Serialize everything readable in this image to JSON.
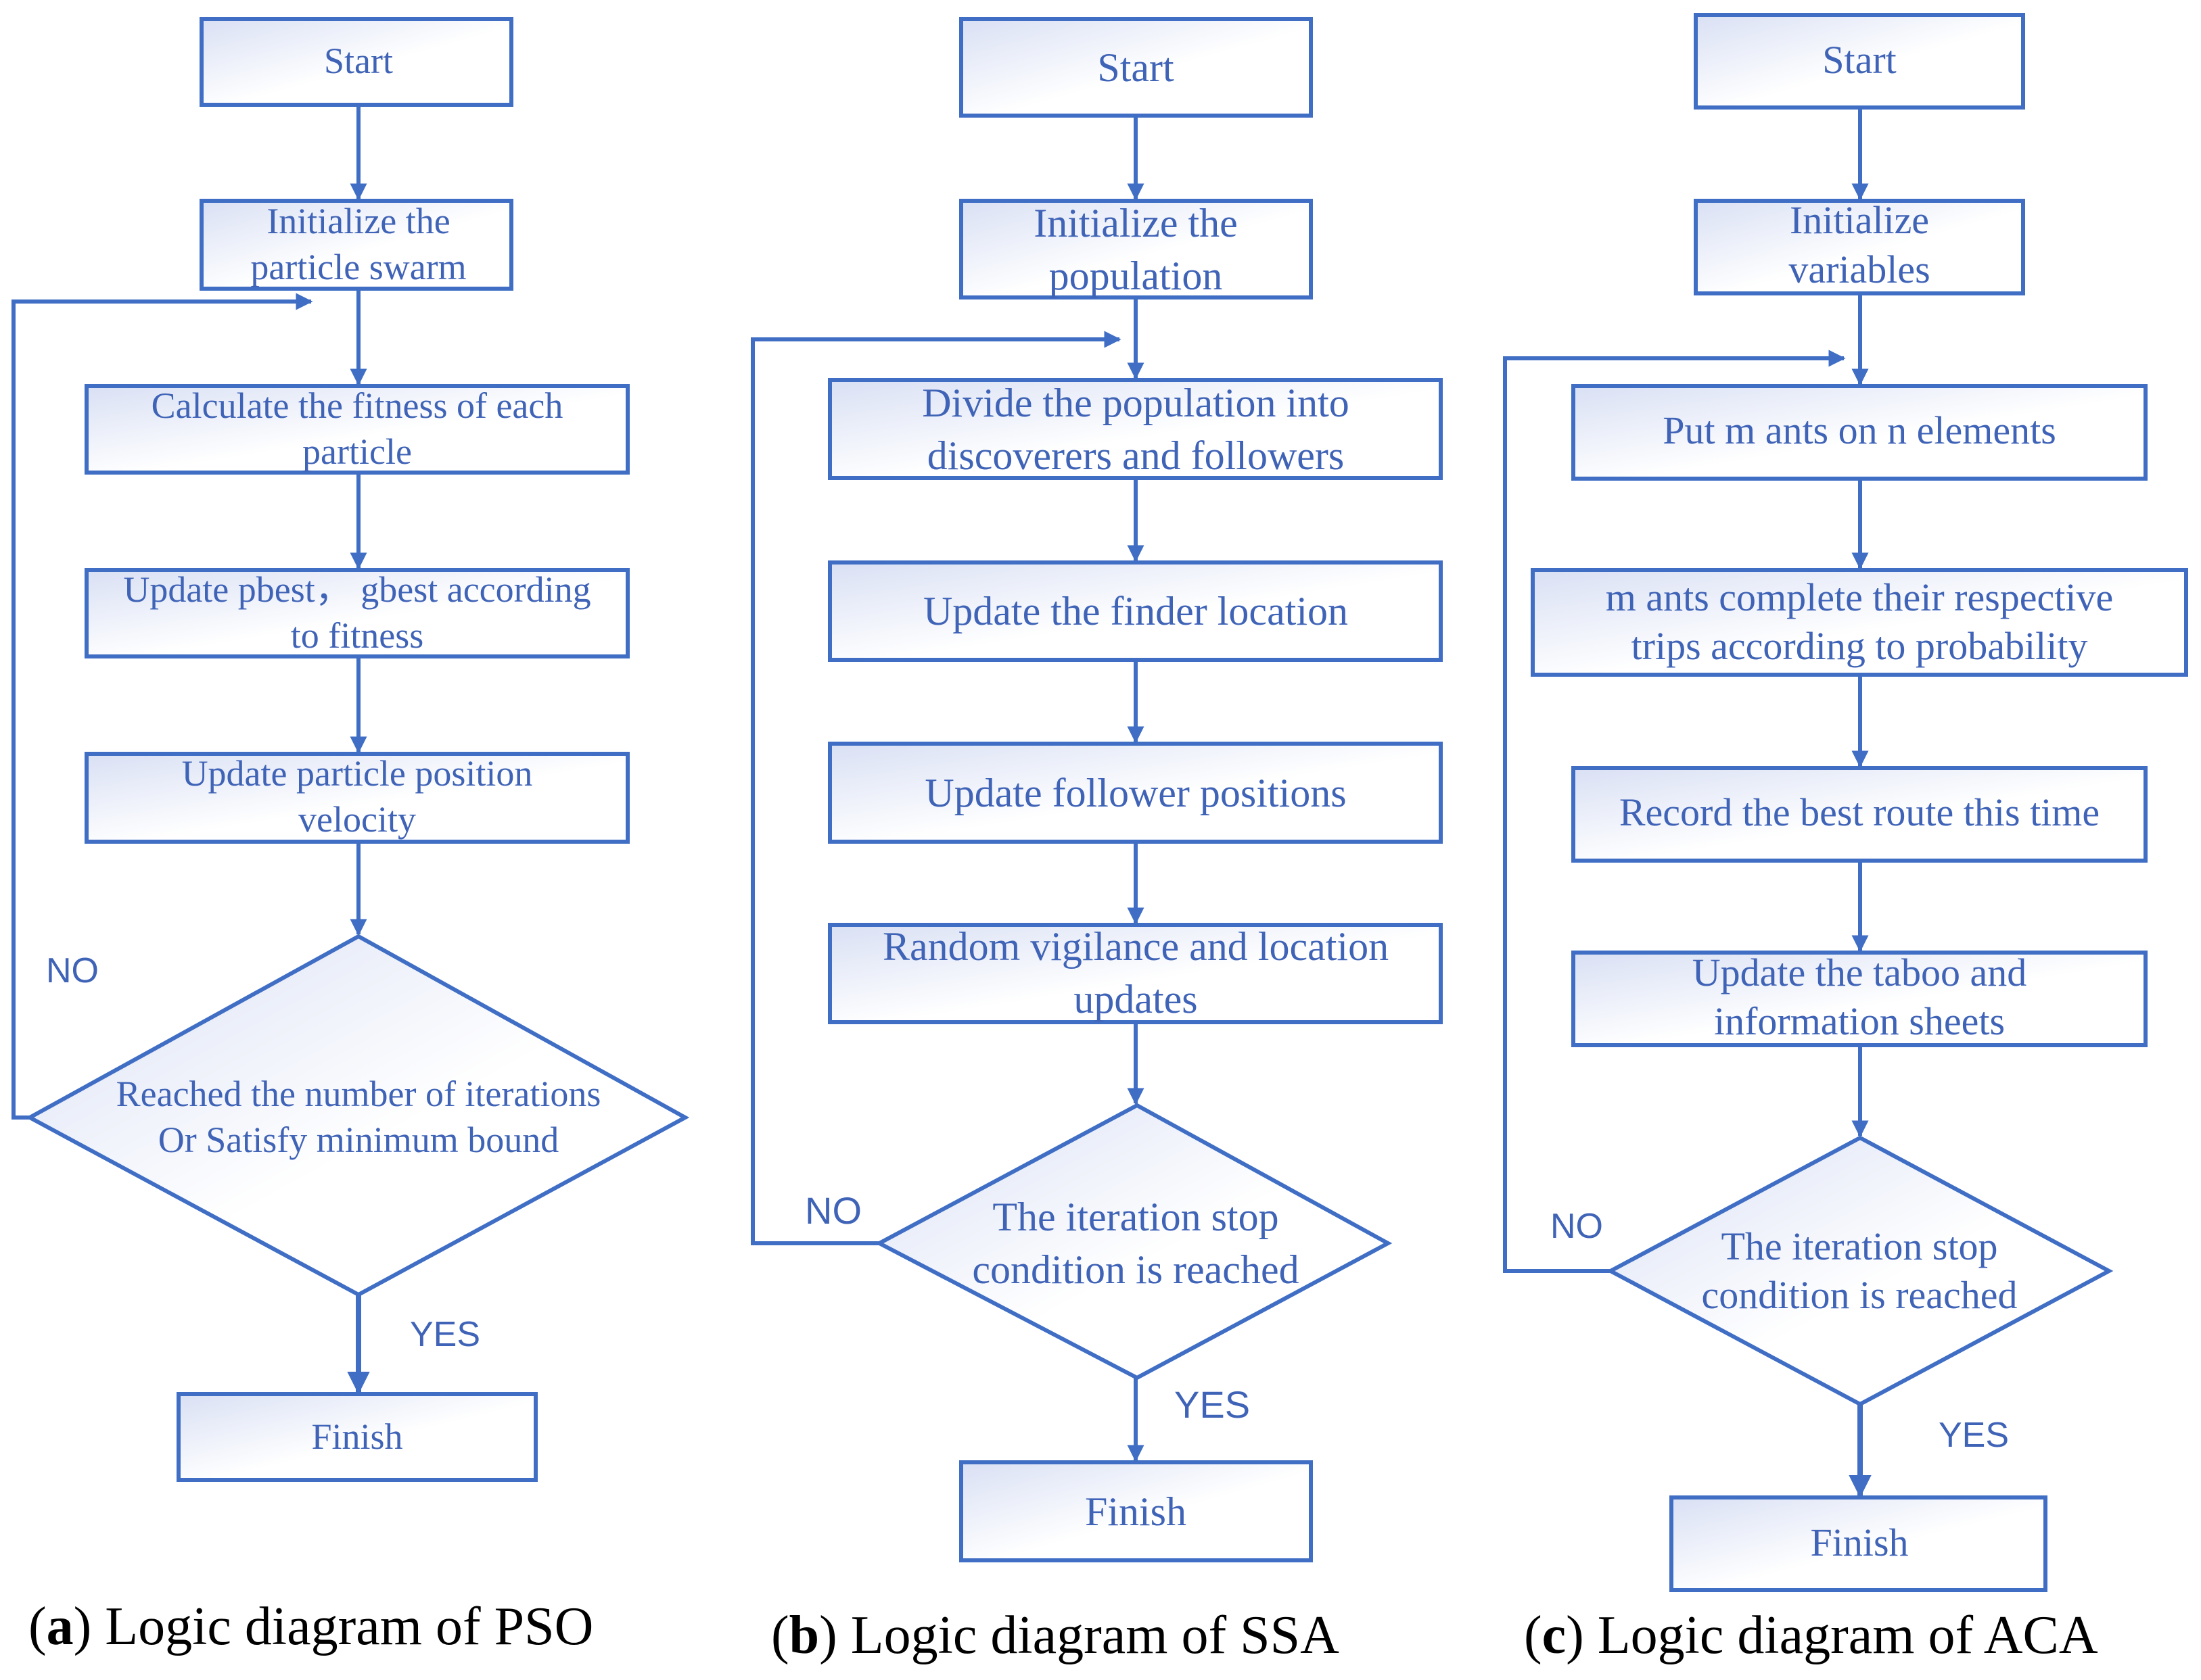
{
  "colors": {
    "stroke": "#3f6ec4",
    "text": "#3f63b6",
    "box_fill_start": "#dde3f5",
    "box_fill_end": "#ffffff"
  },
  "panels": {
    "pso": {
      "caption_letter": "a",
      "caption_text": " Logic diagram of PSO",
      "start": "Start",
      "init": [
        "Initialize the",
        "particle swarm"
      ],
      "fitness": [
        "Calculate the fitness of each",
        "particle"
      ],
      "update_best": [
        "Update pbest， gbest according",
        "to fitness"
      ],
      "update_pos": [
        "Update particle position",
        "velocity"
      ],
      "decision": [
        "Reached the number of iterations",
        "Or Satisfy minimum bound"
      ],
      "no": "NO",
      "yes": "YES",
      "finish": "Finish"
    },
    "ssa": {
      "caption_letter": "b",
      "caption_text": " Logic diagram of SSA",
      "start": "Start",
      "init": [
        "Initialize the",
        "population"
      ],
      "divide": [
        "Divide the population into",
        "discoverers and followers"
      ],
      "finder": "Update the finder location",
      "follower": "Update follower positions",
      "vigilance": [
        "Random vigilance and location",
        "updates"
      ],
      "decision": [
        "The iteration stop",
        "condition is reached"
      ],
      "no": "NO",
      "yes": "YES",
      "finish": "Finish"
    },
    "aca": {
      "caption_letter": "c",
      "caption_text": " Logic diagram of ACA",
      "start": "Start",
      "init": [
        "Initialize",
        "variables"
      ],
      "put": "Put m ants on n elements",
      "trips": [
        "m ants complete their respective",
        "trips according to probability"
      ],
      "record": "Record the best route this time",
      "taboo": [
        "Update the taboo and",
        "information sheets"
      ],
      "decision": [
        "The iteration stop",
        "condition is reached"
      ],
      "no": "NO",
      "yes": "YES",
      "finish": "Finish"
    }
  }
}
